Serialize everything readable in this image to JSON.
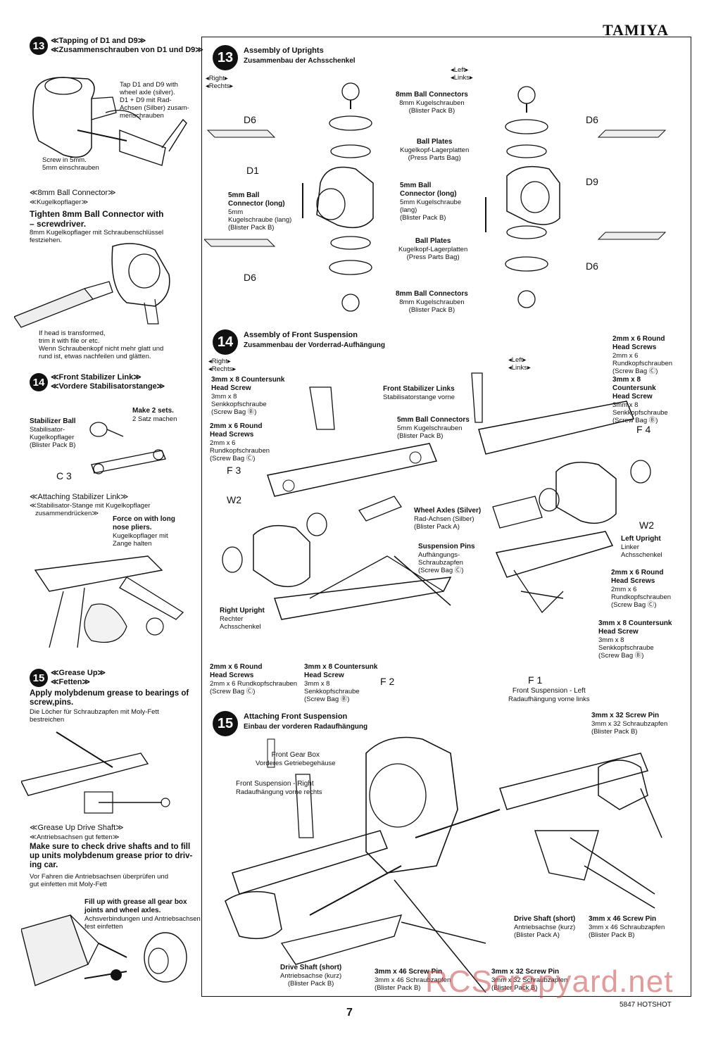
{
  "brand": "TAMIYA",
  "left": {
    "s13": {
      "num": "13",
      "title_en": "≪Tapping of D1 and D9≫",
      "title_de": "≪Zusammenschrauben von D1 und D9≫",
      "tap_note": [
        "Tap D1 and D9 with",
        "wheel axle (silver).",
        "D1 + D9 mit Rad-",
        "Achsen (Silber) zusam-",
        "menschrauben"
      ],
      "screw_in": "Screw in 5mm.",
      "screw_in_de": "5mm einschrauben",
      "ball_title": "≪8mm Ball Connector≫",
      "ball_title_de": "≪Kugelkopflager≫",
      "tighten": "Tighten 8mm Ball Connector with",
      "tighten2": "screwdriver.",
      "tighten_de": "8mm Kugelkopflager mit Schraubenschlüssel",
      "tighten_de2": "festziehen.",
      "head_note": [
        "If head is transformed,",
        "trim it with file or etc.",
        "Wenn Schraubenkopf nicht mehr glatt und",
        "rund ist, etwas nachfeilen und glätten."
      ]
    },
    "s14": {
      "num": "14",
      "title_en": "≪Front Stabilizer Link≫",
      "title_de": "≪Vordere Stabilisatorstange≫",
      "make": "Make 2 sets.",
      "make_de": "2 Satz machen",
      "stab_ball": [
        "Stabilizer Ball",
        "Stabilisator-",
        "Kugelkopflager",
        "(Blister Pack B)"
      ],
      "c3": "C 3",
      "attach": "≪Attaching Stabilizer Link≫",
      "attach_de": "≪Stabilisator-Stange mit Kugelkopflager",
      "attach_de2": "zusammendrücken≫",
      "force": [
        "Force on with long",
        "nose pliers.",
        "Kugelkopflager mit",
        "Zange halten"
      ]
    },
    "s15": {
      "num": "15",
      "title_en": "≪Grease Up≫",
      "title_de": "≪Fetten≫",
      "apply": "Apply molybdenum grease to bearings of",
      "apply2": "screw,pins.",
      "apply_de": "Die Löcher für Schraubzapfen mit Moly-Fett",
      "apply_de2": "bestreichen",
      "shaft": "≪Grease Up Drive Shaft≫",
      "shaft_de": "≪Antriebsachsen gut fetten≫",
      "make_sure": [
        "Make sure to check drive shafts and to fill",
        "up units molybdenum grease prior to driv-",
        "ing car."
      ],
      "make_sure_de": [
        "Vor Fahren die Antriebsachsen überprüfen und",
        "gut einfetten mit Moly-Fett"
      ],
      "fill": [
        "Fill up with grease all gear box",
        "joints and wheel axles.",
        "Achsverbindungen und Antriebsachsen",
        "fest einfetten"
      ]
    }
  },
  "right": {
    "s13": {
      "num": "13",
      "title_en": "Assembly of Uprights",
      "title_de": "Zusammenbau der Achsschenkel",
      "right_tag": "◂Right▸",
      "right_tag_de": "◂Rechts▸",
      "left_tag": "◂Left▸",
      "left_tag_de": "◂Links▸",
      "d6": "D6",
      "d1": "D1",
      "d9": "D9",
      "conn_top": [
        "8mm Ball Connectors",
        "8mm Kugelschrauben",
        "(Blister Pack B)"
      ],
      "plates_top": [
        "Ball Plates",
        "Kugelkopf-Lagerplatten",
        "(Press Parts Bag)"
      ],
      "conn5_left": [
        "5mm Ball",
        "Connector (long)",
        "5mm",
        "Kugelschraube (lang)",
        "(Blister Pack B)"
      ],
      "conn5_mid": [
        "5mm Ball",
        "Connector (long)",
        "5mm Kugelschraube",
        "(lang)",
        "(Blister Pack B)"
      ],
      "plates_bot": [
        "Ball Plates",
        "Kugelkopf-Lagerplatten",
        "(Press Parts Bag)"
      ],
      "conn_bot": [
        "8mm Ball Connectors",
        "8mm Kugelschrauben",
        "(Blister Pack B)"
      ]
    },
    "s14": {
      "num": "14",
      "title_en": "Assembly of Front Suspension",
      "title_de": "Zusammenbau der Vorderrad-Aufhängung",
      "right_tag": "◂Right▸",
      "right_tag_de": "◂Rechts▸",
      "left_tag": "◂Left▸",
      "left_tag_de": "◂Links▸",
      "cs_top": [
        "3mm x 8 Countersunk",
        "Head Screw",
        "3mm x 8",
        "Senkkopfschraube",
        "(Screw Bag Ⓑ)"
      ],
      "rh_top": [
        "2mm x 6 Round",
        "Head Screws",
        "2mm x 6",
        "Rundkopfschrauben",
        "(Screw Bag Ⓒ)"
      ],
      "stab": [
        "Front Stabilizer Links",
        "Stabilisatorstange vorne"
      ],
      "conn5": [
        "5mm Ball Connectors",
        "5mm Kugelschrauben",
        "(Blister Pack B)"
      ],
      "axles": [
        "Wheel Axles (Silver)",
        "Rad-Achsen (Silber)",
        "(Blister Pack A)"
      ],
      "pins": [
        "Suspension Pins",
        "Aufhängungs-",
        "Schraubzapfen",
        "(Screw Bag Ⓒ)"
      ],
      "f3": "F 3",
      "w2a": "W2",
      "right_upright": [
        "Right Upright",
        "Rechter",
        "Achsschenkel"
      ],
      "rh_bot": [
        "2mm x 6 Round",
        "Head Screws",
        "2mm x 6 Rundkopfschrauben",
        "(Screw Bag Ⓒ)"
      ],
      "cs_bot": [
        "3mm x 8 Countersunk",
        "Head Screw",
        "3mm x 8",
        "Senkkopfschraube",
        "(Screw Bag Ⓑ)"
      ],
      "f2": "F 2",
      "rh_right": [
        "2mm x 6 Round",
        "Head Screws",
        "2mm x 6",
        "Rundkopfschrauben",
        "(Screw Bag Ⓒ)"
      ],
      "cs_right": [
        "3mm x 8",
        "Countersunk",
        "Head Screw",
        "3mm x 8",
        "Senkkopfschraube",
        "(Screw Bag Ⓑ)"
      ],
      "f4": "F 4",
      "w2b": "W2",
      "left_upright": [
        "Left Upright",
        "Linker",
        "Achsschenkel"
      ],
      "rh_right2": [
        "2mm x 6 Round",
        "Head Screws",
        "2mm x 6",
        "Rundkopfschrauben",
        "(Screw Bag Ⓒ)"
      ],
      "cs_right2": [
        "3mm x 8 Countersunk",
        "Head Screw",
        "3mm x 8",
        "Senkkopfschraube",
        "(Screw Bag Ⓑ)"
      ],
      "f1": "F 1",
      "front_left": [
        "Front Suspension - Left",
        "Radaufhängung vorne links"
      ]
    },
    "s15": {
      "num": "15",
      "title_en": "Attaching Front Suspension",
      "title_de": "Einbau der vorderen Radaufhängung",
      "pin32_top": [
        "3mm x 32 Screw Pin",
        "3mm x 32 Schraubzapfen",
        "(Blister Pack B)"
      ],
      "gearbox": [
        "Front Gear Box",
        "Vorderes Getriebegehäuse"
      ],
      "front_right": [
        "Front Suspension - Right",
        "Radaufhängung vorne rechts"
      ],
      "drive_right": [
        "Drive Shaft (short)",
        "Antriebsachse (kurz)",
        "(Blister Pack A)"
      ],
      "pin46_right": [
        "3mm x 46 Screw Pin",
        "3mm x 46 Schraubzapfen",
        "(Blister Pack B)"
      ],
      "drive_bot": [
        "Drive Shaft (short)",
        "Antriebsachse (kurz)",
        "(Blister Pack B)"
      ],
      "pin46_bot": [
        "3mm x 46 Screw Pin",
        "3mm x 46 Schraubzapfen",
        "(Blister Pack B)"
      ],
      "pin32_bot": [
        "3mm x 32 Screw Pin",
        "3mm x 32 Schraubzapfen",
        "(Blister Pack B)"
      ]
    }
  },
  "page_number": "7",
  "footer": "5847  HOTSHOT",
  "watermark": "RCScrapyard.net"
}
